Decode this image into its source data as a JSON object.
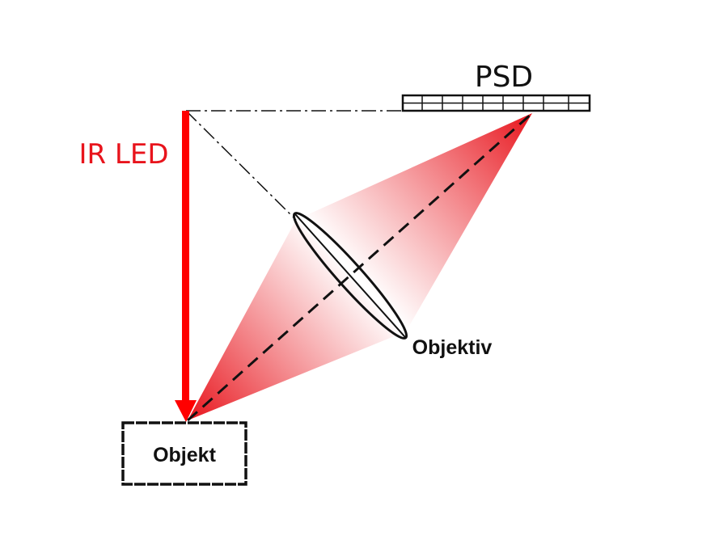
{
  "labels": {
    "psd": "PSD",
    "ir_led": "IR LED",
    "lens": "Objektiv",
    "object": "Objekt"
  },
  "colors": {
    "beam": "#ff0000",
    "ir_led_text": "#e8141c",
    "cone_dark": "#e8141c",
    "cone_light": "#ffffff",
    "lines": "#111111"
  }
}
